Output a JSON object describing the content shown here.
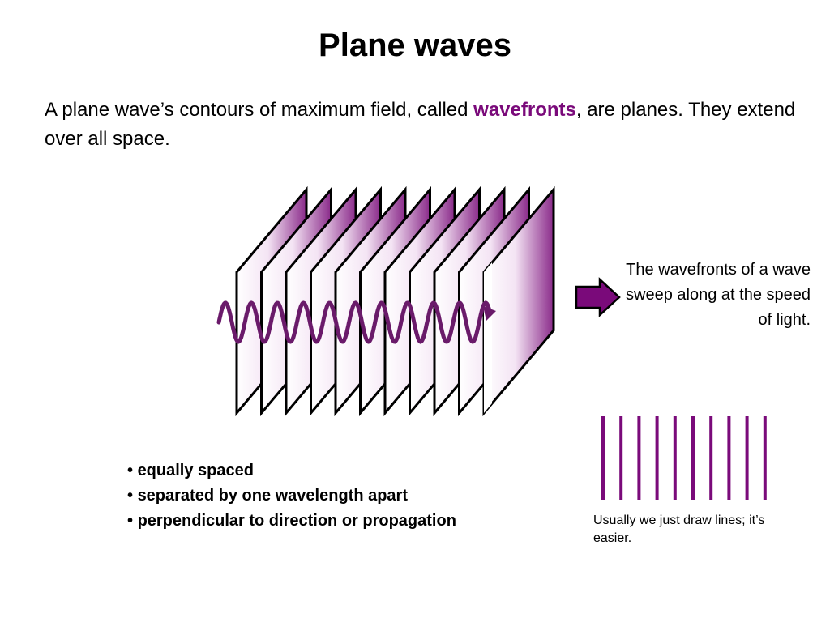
{
  "title": "Plane waves",
  "intro": {
    "part1": "A plane wave’s contours of maximum field, called ",
    "highlight": "wavefronts",
    "part2": ", are planes. They extend over all space."
  },
  "sweep_note": "The wavefronts of a wave sweep along at the speed of light.",
  "bullets": [
    "equally spaced",
    "separated by one wavelength apart",
    "perpendicular to direction or propagation"
  ],
  "caption": "Usually we just draw lines; it’s easier.",
  "colors": {
    "accent": "#7a0a7a",
    "wave": "#6a1a6a",
    "plane_edge": "#000000"
  },
  "diagram": {
    "plane_count": 11,
    "line_count": 10
  }
}
